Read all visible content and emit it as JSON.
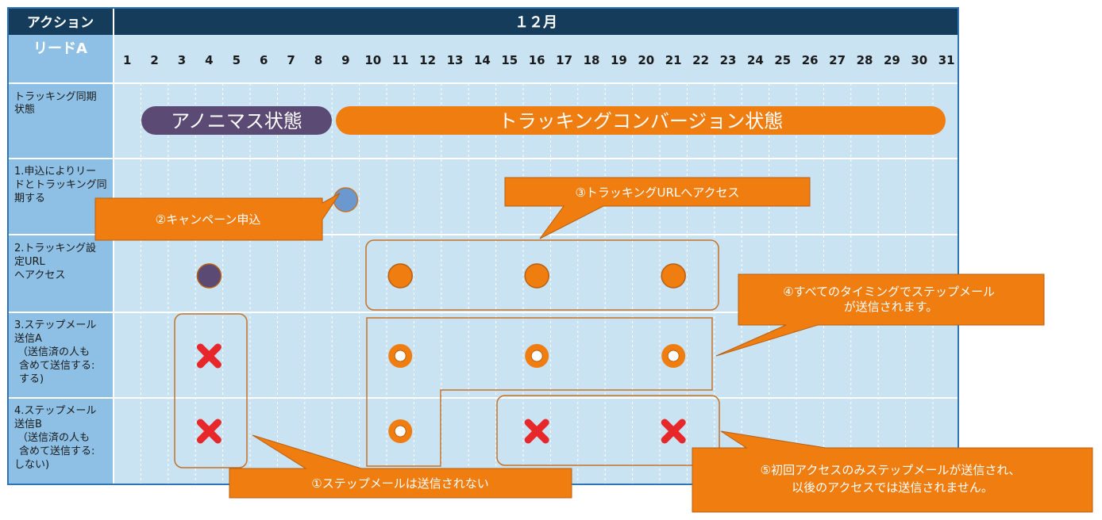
{
  "header": {
    "action_label": "アクション",
    "month_label": "１２月"
  },
  "lead_label": "リードA",
  "days": [
    "1",
    "2",
    "3",
    "4",
    "5",
    "6",
    "7",
    "8",
    "9",
    "10",
    "11",
    "12",
    "13",
    "14",
    "15",
    "16",
    "17",
    "18",
    "19",
    "20",
    "21",
    "22",
    "23",
    "24",
    "25",
    "26",
    "27",
    "28",
    "29",
    "30",
    "31"
  ],
  "rows": [
    {
      "lines": [
        "トラッキング同期",
        "状態"
      ]
    },
    {
      "lines": [
        "1.申込によりリー",
        "ドとトラッキング同",
        "期する"
      ]
    },
    {
      "lines": [
        "2.トラッキング設",
        "定URL",
        "へアクセス"
      ]
    },
    {
      "lines": [
        "3.ステップメール",
        "送信A",
        "（送信済の人も",
        "含めて送信する:",
        "する)"
      ]
    },
    {
      "lines": [
        "4.ステップメール",
        "送信B",
        "（送信済の人も",
        "含めて送信する:",
        "しない)"
      ]
    }
  ],
  "states": [
    {
      "label": "アノニマス状態",
      "from_day": 2,
      "to_day": 8,
      "color": "#5b4a74"
    },
    {
      "label": "トラッキングコンバージョン状態",
      "from_day": 9,
      "to_day": 31,
      "color": "#ef7d10"
    }
  ],
  "events": [
    {
      "row": 1,
      "day": 9,
      "kind": "dot",
      "color": "#6b98cf"
    },
    {
      "row": 2,
      "day": 4,
      "kind": "dot",
      "color": "#5b4a74"
    },
    {
      "row": 2,
      "day": 11,
      "kind": "dot",
      "color": "#ef7d10"
    },
    {
      "row": 2,
      "day": 16,
      "kind": "dot",
      "color": "#ef7d10"
    },
    {
      "row": 2,
      "day": 21,
      "kind": "dot",
      "color": "#ef7d10"
    },
    {
      "row": 3,
      "day": 4,
      "kind": "cross",
      "color": "#e8272a"
    },
    {
      "row": 3,
      "day": 11,
      "kind": "ring",
      "color": "#ef7d10"
    },
    {
      "row": 3,
      "day": 16,
      "kind": "ring",
      "color": "#ef7d10"
    },
    {
      "row": 3,
      "day": 21,
      "kind": "ring",
      "color": "#ef7d10"
    },
    {
      "row": 4,
      "day": 4,
      "kind": "cross",
      "color": "#e8272a"
    },
    {
      "row": 4,
      "day": 11,
      "kind": "ring",
      "color": "#ef7d10"
    },
    {
      "row": 4,
      "day": 16,
      "kind": "cross",
      "color": "#e8272a"
    },
    {
      "row": 4,
      "day": 21,
      "kind": "cross",
      "color": "#e8272a"
    }
  ],
  "callouts": [
    {
      "text": "②キャンペーン申込"
    },
    {
      "text": "③トラッキングURLへアクセス"
    },
    {
      "lines": [
        "④すべてのタイミングでステップメール",
        "が送信されます。"
      ]
    },
    {
      "text": "①ステップメールは送信されない"
    },
    {
      "lines": [
        "⑤初回アクセスのみステップメールが送信され、",
        "以後のアクセスでは送信されません。"
      ]
    }
  ],
  "colors": {
    "header_bg": "#153d5b",
    "label_col": "#8dc0e4",
    "grid_bg": "#c9e3f3",
    "frame": "#2e75b6",
    "accent_orange": "#ef7d10",
    "callout_orange": "#ef7d10"
  }
}
